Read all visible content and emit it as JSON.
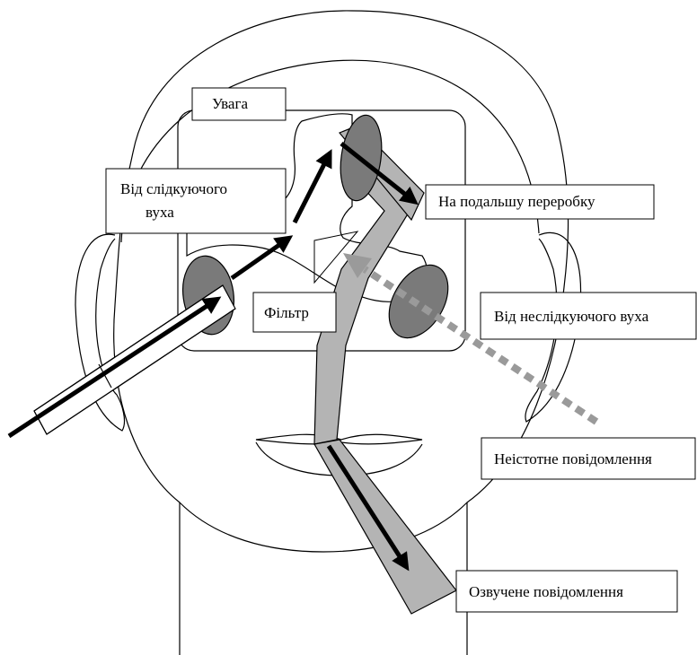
{
  "labels": {
    "attention": "Увага",
    "from_attended_ear_line1": "Від слідкуючого",
    "from_attended_ear_line2": "вуха",
    "further_processing": "На подальшу переробку",
    "filter": "Фільтр",
    "from_unattended_ear": "Від неслідкуючого вуха",
    "irrelevant_message": "Неістотне повідомлення",
    "spoken_message": "Озвучене повідомлення"
  },
  "colors": {
    "stroke": "#000000",
    "channel_fill": "#b4b4b4",
    "lobe_fill": "#7a7a7a",
    "dashed_arrow": "#9a9a9a"
  }
}
